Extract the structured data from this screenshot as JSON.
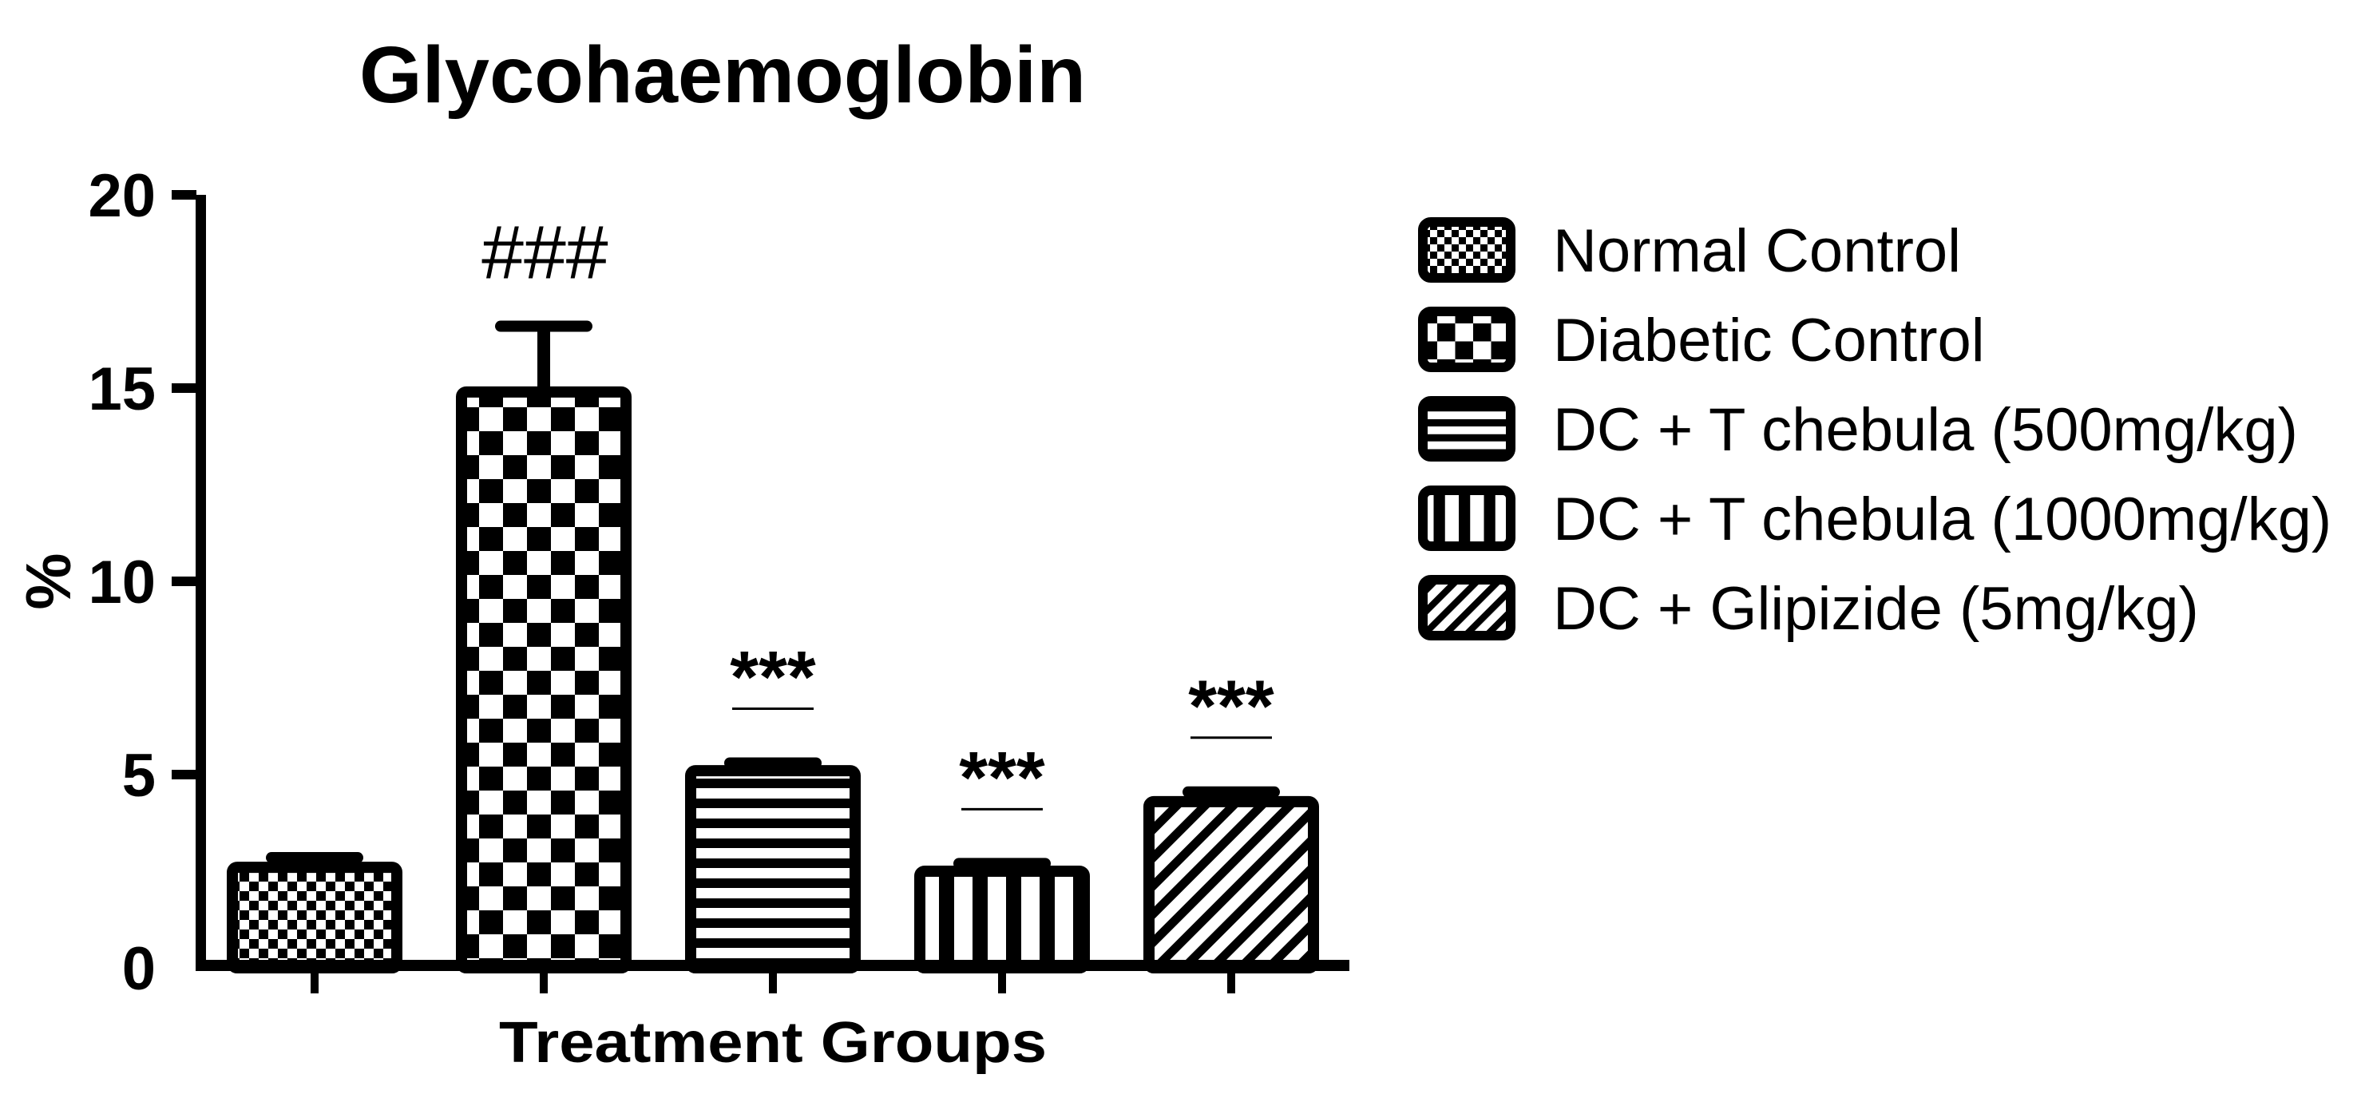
{
  "page": {
    "background": "#ffffff",
    "ink": "#000000"
  },
  "chart_data": {
    "type": "bar",
    "title": "Glycohaemoglobin",
    "xlabel": "Treatment Groups",
    "ylabel": "%",
    "ylim": [
      0,
      20
    ],
    "yticks": [
      0,
      5,
      10,
      15,
      20
    ],
    "ytick_labels": [
      "0",
      "5",
      "10",
      "15",
      "20"
    ],
    "grid": false,
    "legend_position": "right",
    "bar_outline_color": "#000000",
    "bar_fill_color": "#ffffff",
    "error_bar_style": "sem-upper-cap",
    "series": [
      {
        "label": "Normal Control",
        "value": 2.6,
        "sem": 0.25,
        "pattern": "checker-fine",
        "annotation": "",
        "annotation_underline": false
      },
      {
        "label": "Diabetic Control",
        "value": 14.9,
        "sem": 1.7,
        "pattern": "checker-coarse",
        "annotation": "###",
        "annotation_underline": false
      },
      {
        "label": "DC + T chebula (500mg/kg)",
        "value": 5.1,
        "sem": 0.2,
        "pattern": "hlines",
        "annotation": "***",
        "annotation_underline": true
      },
      {
        "label": "DC + T chebula (1000mg/kg)",
        "value": 2.5,
        "sem": 0.2,
        "pattern": "vlines",
        "annotation": "***",
        "annotation_underline": true
      },
      {
        "label": "DC + Glipizide (5mg/kg)",
        "value": 4.3,
        "sem": 0.25,
        "pattern": "diag",
        "annotation": "***",
        "annotation_underline": true
      }
    ]
  }
}
